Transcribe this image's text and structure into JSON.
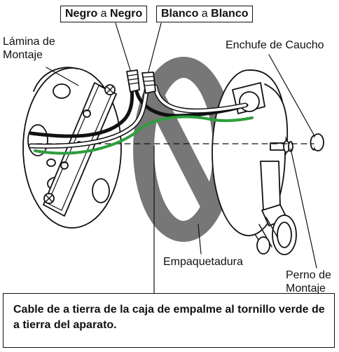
{
  "labels": {
    "black_to_black": {
      "a": "Negro",
      "mid": " a ",
      "b": "Negro"
    },
    "white_to_white": {
      "a": "Blanco",
      "mid": " a ",
      "b": "Blanco"
    },
    "mounting_plate": [
      "Lámina de",
      "Montaje"
    ],
    "rubber_plug": "Enchufe de Caucho",
    "gasket": "Empaquetadura",
    "mounting_bolt": [
      "Perno de",
      "Montaje"
    ]
  },
  "caption": "Cable de a tierra de la caja de empalme al tornillo verde de a tierra del aparato.",
  "colors": {
    "ground_wire": "#2e9e3e",
    "black_wire": "#111111",
    "gasket": "#777777",
    "outline": "#111111"
  }
}
